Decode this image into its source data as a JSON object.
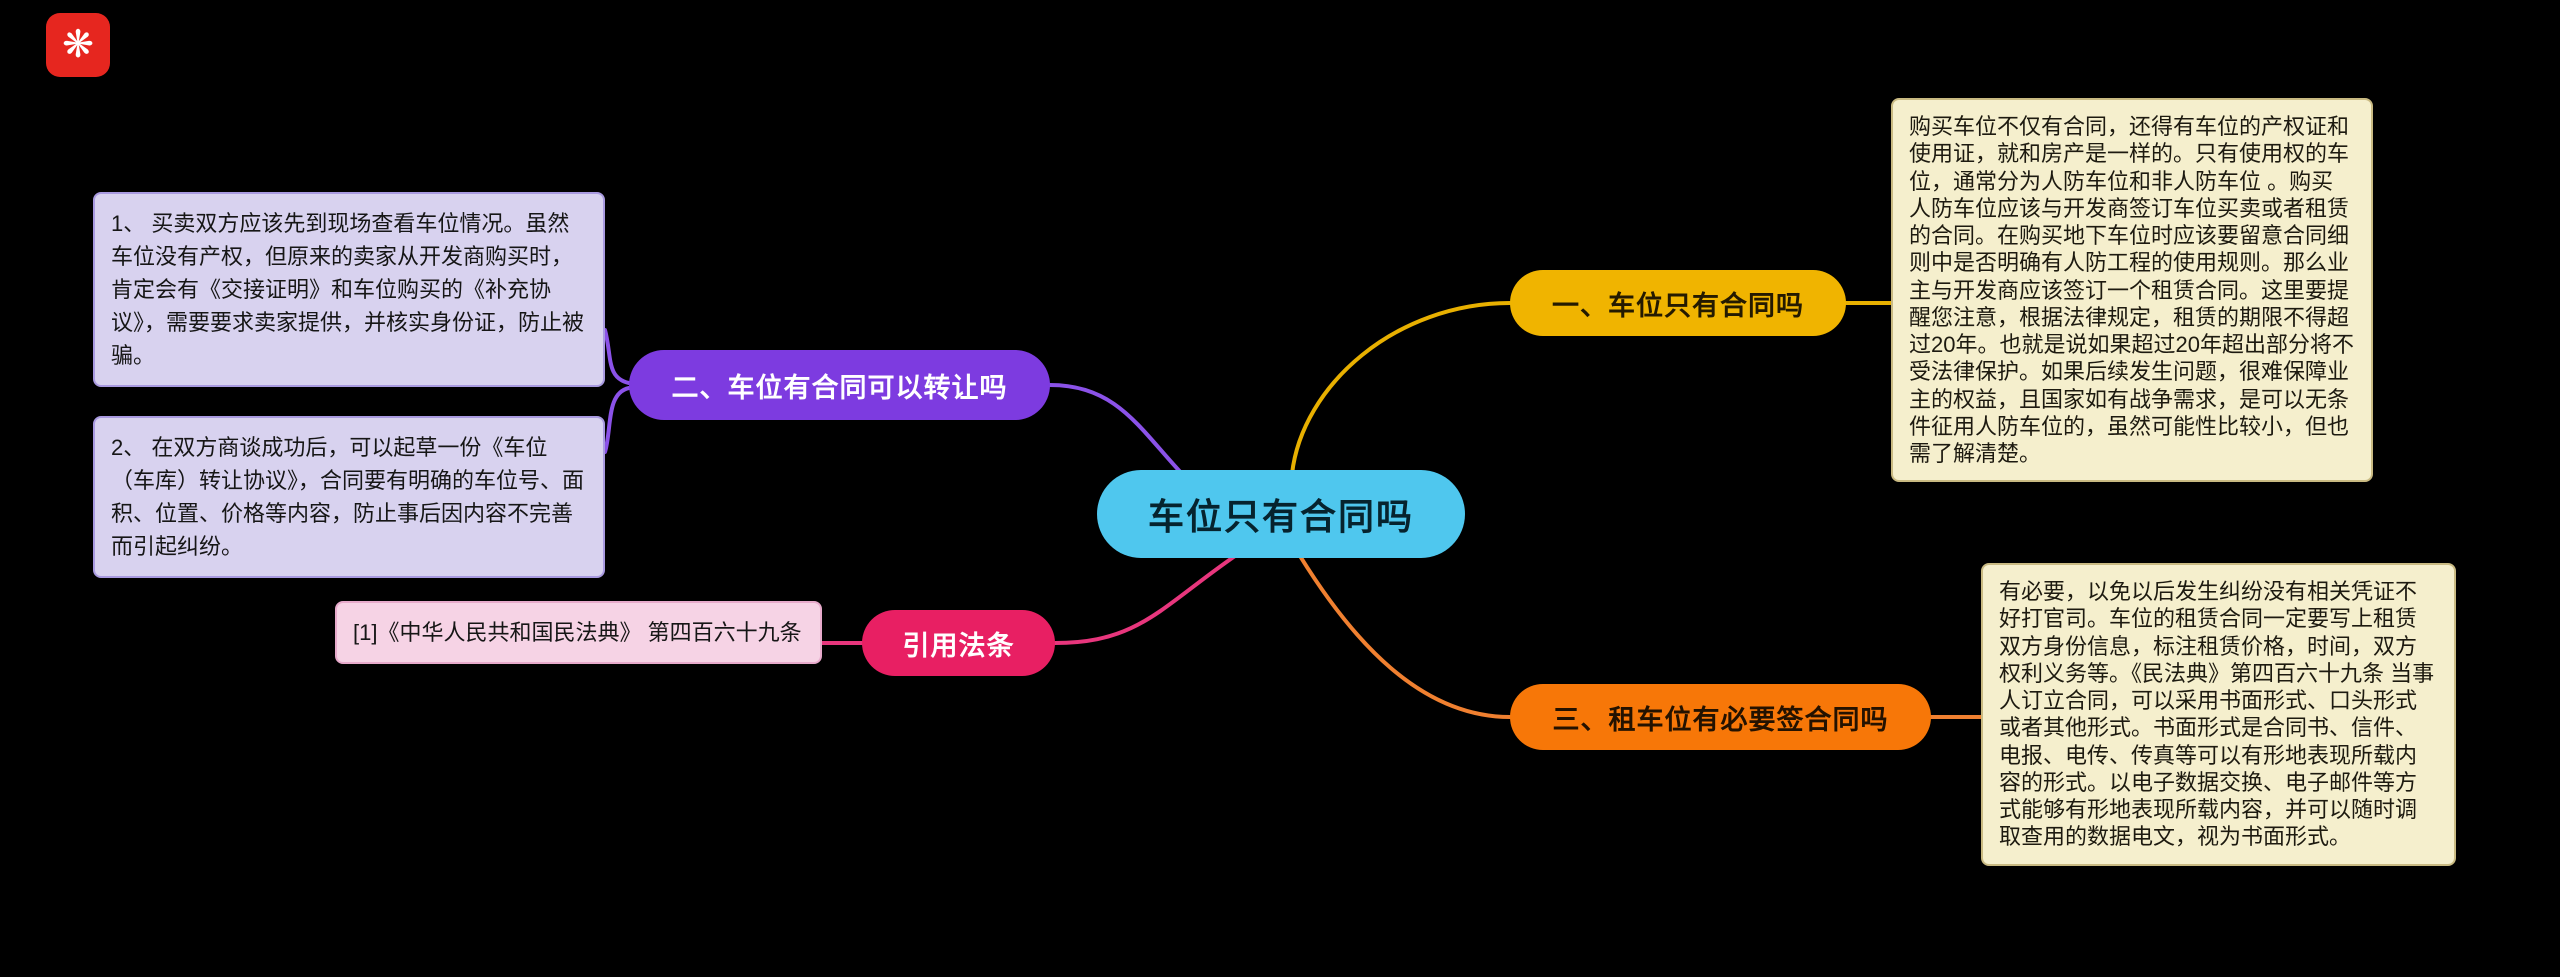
{
  "icons": {
    "brand_logo": "❋"
  },
  "colors": {
    "background": "#000000",
    "center_fill": "#4fc7ee",
    "branch_one_fill": "#f0b400",
    "branch_two_fill": "#7d3be0",
    "law_fill": "#e81f63",
    "branch_three_fill": "#f77708",
    "note_left_bg": "#d8d2ef",
    "note_law_bg": "#f6d3e5",
    "note_right_bg": "#f5efcd"
  },
  "central": {
    "label": "车位只有合同吗"
  },
  "branch_one": {
    "label": "一、车位只有合同吗",
    "note": "购买车位不仅有合同，还得有车位的产权证和使用证，就和房产是一样的。只有使用权的车位，通常分为人防车位和非人防车位 。购买人防车位应该与开发商签订车位买卖或者租赁的合同。在购买地下车位时应该要留意合同细则中是否明确有人防工程的使用规则。那么业主与开发商应该签订一个租赁合同。这里要提醒您注意，根据法律规定，租赁的期限不得超过20年。也就是说如果超过20年超出部分将不受法律保护。如果后续发生问题，很难保障业主的权益，且国家如有战争需求，是可以无条件征用人防车位的，虽然可能性比较小，但也需了解清楚。"
  },
  "branch_two": {
    "label": "二、车位有合同可以转让吗",
    "note1": "1、 买卖双方应该先到现场查看车位情况。虽然车位没有产权，但原来的卖家从开发商购买时，肯定会有《交接证明》和车位购买的《补充协议》，需要要求卖家提供，并核实身份证，防止被骗。",
    "note2": "2、 在双方商谈成功后，可以起草一份《车位（车库）转让协议》，合同要有明确的车位号、面积、位置、价格等内容，防止事后因内容不完善而引起纠纷。"
  },
  "law_branch": {
    "label": "引用法条",
    "citation": "[1]《中华人民共和国民法典》 第四百六十九条"
  },
  "branch_three": {
    "label": "三、租车位有必要签合同吗",
    "note": "有必要，以免以后发生纠纷没有相关凭证不好打官司。车位的租赁合同一定要写上租赁双方身份信息，标注租赁价格，时间，双方权利义务等。《民法典》第四百六十九条 当事人订立合同，可以采用书面形式、口头形式或者其他形式。书面形式是合同书、信件、电报、电传、传真等可以有形地表现所载内容的形式。以电子数据交换、电子邮件等方式能够有形地表现所载内容，并可以随时调取查用的数据电文，视为书面形式。"
  }
}
